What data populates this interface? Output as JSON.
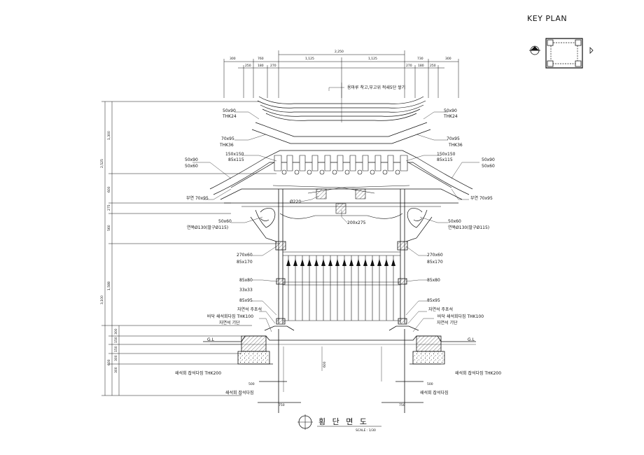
{
  "key_plan": {
    "title": "KEY PLAN"
  },
  "title": {
    "text": "횡 단 면 도",
    "scale": "SCALE : 1/30"
  },
  "dims_top": {
    "overall": "2,250",
    "center_left": "1,125",
    "center_right": "1,125",
    "left": [
      "300",
      "760",
      "250",
      "180",
      "270"
    ],
    "right": [
      "270",
      "180",
      "250",
      "730",
      "300"
    ]
  },
  "dims_left": {
    "total": "2,525",
    "d1": "1,300",
    "d2": "600",
    "d3": "275",
    "d4": "560",
    "d5": "1,588",
    "total2": "3,100",
    "d6": "300",
    "d7": "150",
    "d8": "150",
    "d9": "600",
    "d10": "300",
    "d11": "300"
  },
  "labels": {
    "roof_note": "용마루 착고,부고위 적새5단 쌓기",
    "l_50x90": "50x90",
    "l_thk24": "THK24",
    "l_70x95": "70x95",
    "l_thk36": "THK36",
    "l_150x150": "150x150",
    "l_85x115": "85x115",
    "l_50x90b": "50x90",
    "l_50x60": "50x60",
    "l_buyeon": "부연 70x95",
    "l_50x60b": "50x60",
    "l_yeonkkae": "연목Ø130(말구Ø115)",
    "l_270x60": "270x60",
    "l_85x170": "85x170",
    "l_85x80": "85x80",
    "l_33x33": "33x33",
    "l_85x95": "85x95",
    "l_stone": "자연석 주초석",
    "l_floor": "바닥 쇄석회다짐 THK100",
    "l_base": "자연석 기단",
    "l_gl": "G.L",
    "l_gravel": "쇄석회 잡석다짐 THK200",
    "l_rubble": "쇄석회 잡석다짐",
    "c_220": "Ø220",
    "c_200x275": "200x275",
    "r_50x90": "50x90",
    "r_thk24": "THK24",
    "r_70x95": "70x95",
    "r_thk36": "THK36",
    "r_150x150": "150x150",
    "r_85x115": "85x115",
    "r_50x90b": "50x90",
    "r_50x60": "50x60",
    "r_buyeon": "부연 70x95",
    "r_50x60b": "50x60",
    "r_yeonkkae": "연목Ø130(말구Ø115)",
    "r_270x60": "270x60",
    "r_85x170": "85x170",
    "r_85x80": "85x80",
    "r_85x95": "85x95",
    "r_stone": "자연석 주초석",
    "r_floor": "바닥 쇄석회다짐 THK100",
    "r_base": "자연석 기단",
    "r_gl": "G.L",
    "r_gravel": "쇄석회 잡석다짐 THK200",
    "r_rubble": "쇄석회 잡석다짐"
  },
  "dims_bottom": {
    "l_500": "500",
    "l_750": "750",
    "r_500": "500",
    "r_750": "750",
    "c_600": "600"
  }
}
